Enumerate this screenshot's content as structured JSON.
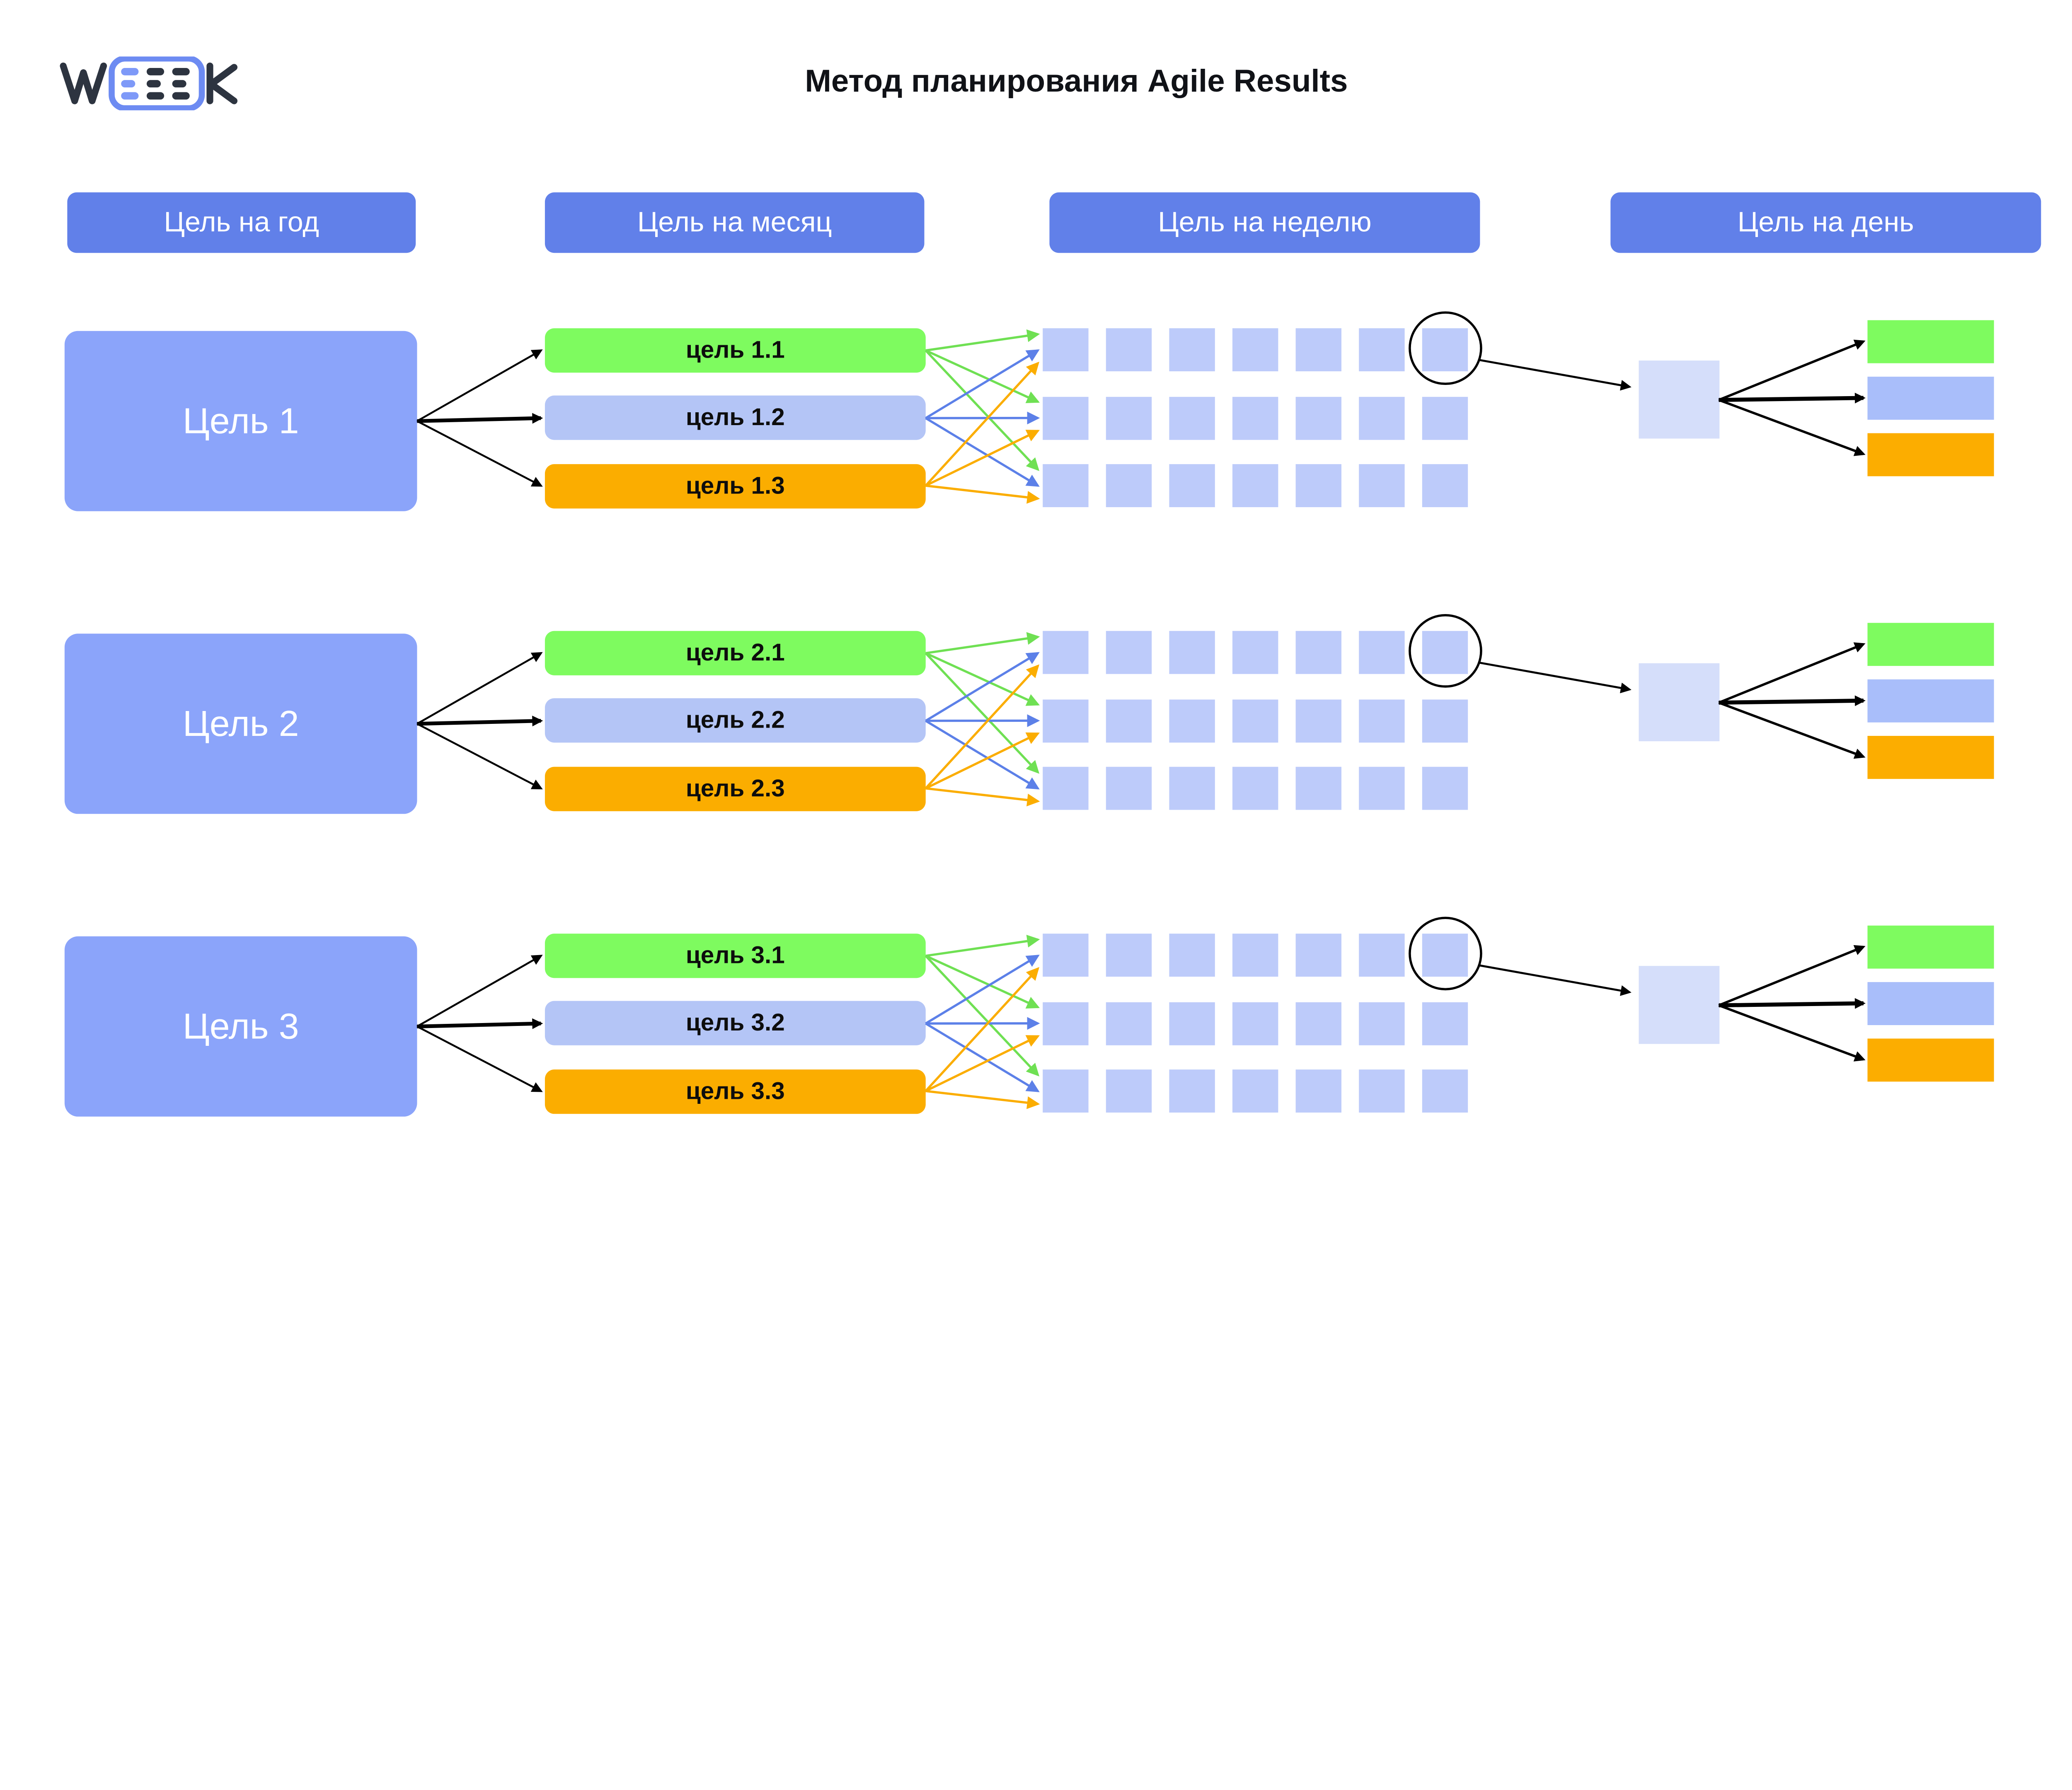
{
  "title": "Метод планирования Agile Results",
  "logo": {
    "text": "WEEEK"
  },
  "column_headers": [
    {
      "key": "year",
      "label": "Цель на год"
    },
    {
      "key": "month",
      "label": "Цель на месяц"
    },
    {
      "key": "week",
      "label": "Цель на неделю"
    },
    {
      "key": "day",
      "label": "Цель на день"
    }
  ],
  "sections": [
    {
      "year_goal": "Цель 1",
      "month_goals": [
        {
          "label": "цель 1.1",
          "color": "green"
        },
        {
          "label": "цель 1.2",
          "color": "blue"
        },
        {
          "label": "цель 1.3",
          "color": "orange"
        }
      ]
    },
    {
      "year_goal": "Цель 2",
      "month_goals": [
        {
          "label": "цель 2.1",
          "color": "green"
        },
        {
          "label": "цель 2.2",
          "color": "blue"
        },
        {
          "label": "цель 2.3",
          "color": "orange"
        }
      ]
    },
    {
      "year_goal": "Цель 3",
      "month_goals": [
        {
          "label": "цель 3.1",
          "color": "green"
        },
        {
          "label": "цель 3.2",
          "color": "blue"
        },
        {
          "label": "цель 3.3",
          "color": "orange"
        }
      ]
    }
  ],
  "week_grid": {
    "columns": 7,
    "rows": 3,
    "circled_cell": "first row, last column"
  },
  "day_goals": [
    {
      "color": "green"
    },
    {
      "color": "blue"
    },
    {
      "color": "orange"
    }
  ],
  "colors": {
    "background": "#FFFFFF",
    "header_blue": "#6180E9",
    "year_box_blue": "#8BA4FA",
    "bar_green": "#7EFB5F",
    "bar_blue": "#B4C5F6",
    "bar_orange": "#FBAD00",
    "week_square": "#BDCBFA",
    "day_square": "#D5DEFA",
    "mini_green": "#7EFB5F",
    "mini_blue": "#A9BEFA",
    "mini_orange": "#FCAD00",
    "arrow_green": "#6FE053",
    "arrow_blue": "#5C80E8",
    "arrow_orange": "#FBAD00",
    "arrow_black": "#000000",
    "text_dark": "#101217",
    "text_on_bar": "#0D0D0D",
    "logo_dark": "#2D3440",
    "logo_blue": "#6D8BF2",
    "logo_blue_light": "#7E99F8"
  }
}
